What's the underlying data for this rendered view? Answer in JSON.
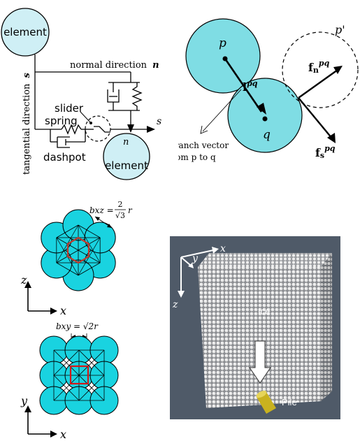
{
  "panel_a": {
    "element_top": "element",
    "element_bottom": "element",
    "tangential_label": "tangential direction",
    "tangential_symbol": "s",
    "normal_label": "normal direction",
    "normal_symbol": "n",
    "slider": "slider",
    "spring": "spring",
    "dashpot": "dashpot",
    "axis_s": "s",
    "axis_n": "n",
    "colors": {
      "particle_fill": "#cfeff5",
      "stroke": "#000000"
    }
  },
  "panel_b": {
    "p": "p",
    "p_prime": "p'",
    "q": "q",
    "l_vec": "l",
    "l_sup": "pq",
    "fn_vec": "f",
    "fn_sub": "n",
    "fn_sup": "pq",
    "fs_vec": "f",
    "fs_sub": "s",
    "fs_sup": "pq",
    "branch_line1": "Branch vector",
    "branch_line2": "from  p to q",
    "colors": {
      "particle_fill": "#7fdde4"
    }
  },
  "panel_c": {
    "bxz_label": "bxz =",
    "frac_num": "2",
    "frac_den": "√3",
    "frac_r": "r",
    "axis_z": "z",
    "axis_x": "x",
    "colors": {
      "particle_fill": "#19d3e0",
      "highlight": "#c0392b"
    }
  },
  "panel_d": {
    "bxy_label": "bxy = √2r",
    "axis_y": "y",
    "axis_x": "x",
    "colors": {
      "particle_fill": "#19d3e0",
      "highlight": "#d11a1a"
    }
  },
  "panel_e": {
    "axis_x": "x",
    "axis_y": "y",
    "axis_z": "z",
    "ice": "Ice",
    "pile": "Pile",
    "colors": {
      "background": "#4f5a68",
      "ice_bead": "#dcdcdc",
      "pile": "#c9b21f"
    }
  }
}
